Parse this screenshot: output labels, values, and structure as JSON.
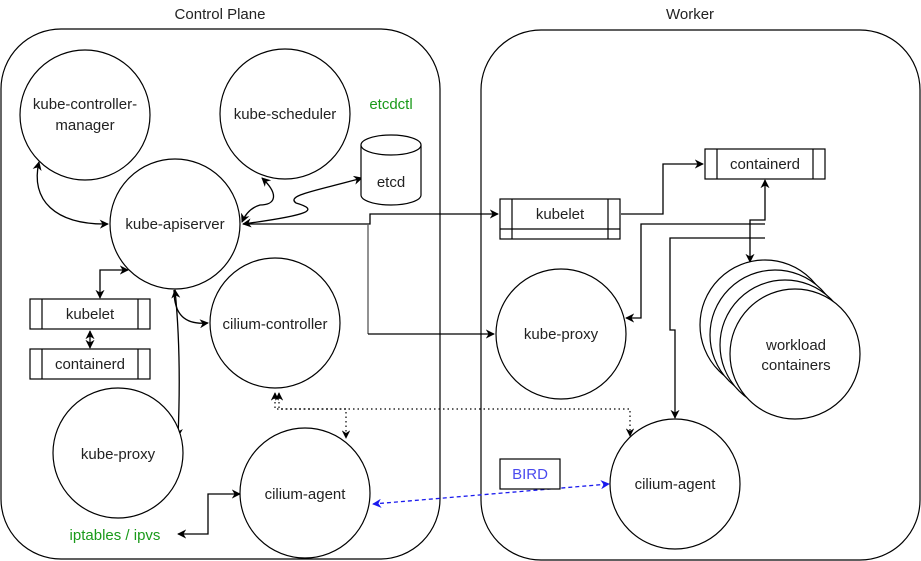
{
  "diagram": {
    "groups": {
      "control_plane": {
        "label": "Control Plane"
      },
      "worker": {
        "label": "Worker"
      }
    },
    "control_plane_nodes": {
      "kube_controller_manager": {
        "line1": "kube-controller-",
        "line2": "manager"
      },
      "kube_scheduler": {
        "label": "kube-scheduler"
      },
      "etcdctl": {
        "label": "etcdctl"
      },
      "etcd": {
        "label": "etcd"
      },
      "kube_apiserver": {
        "label": "kube-apiserver"
      },
      "kubelet": {
        "label": "kubelet"
      },
      "containerd": {
        "label": "containerd"
      },
      "cilium_controller": {
        "label": "cilium-controller"
      },
      "kube_proxy": {
        "label": "kube-proxy"
      },
      "cilium_agent": {
        "label": "cilium-agent"
      },
      "iptables_ipvs": {
        "label": "iptables / ipvs"
      }
    },
    "worker_nodes": {
      "containerd": {
        "label": "containerd"
      },
      "kubelet": {
        "label": "kubelet"
      },
      "kube_proxy": {
        "label": "kube-proxy"
      },
      "workload_containers": {
        "line1": "workload",
        "line2": "containers"
      },
      "bird": {
        "label": "BIRD"
      },
      "cilium_agent": {
        "label": "cilium-agent"
      }
    },
    "colors": {
      "tool_label": "#1a9a1a",
      "bird_label": "#4a4aef",
      "bgp_link": "#1a1aee",
      "stroke": "#000000"
    },
    "edges": [
      {
        "from": "kube-controller-manager",
        "to": "kube-apiserver",
        "style": "solid",
        "direction": "both"
      },
      {
        "from": "kube-scheduler",
        "to": "kube-apiserver",
        "style": "solid",
        "direction": "both"
      },
      {
        "from": "etcd",
        "to": "kube-apiserver",
        "style": "solid",
        "direction": "both"
      },
      {
        "from": "kube-apiserver",
        "to": "kubelet (control plane)",
        "style": "solid",
        "direction": "both"
      },
      {
        "from": "kubelet (control plane)",
        "to": "containerd (control plane)",
        "style": "solid",
        "direction": "both"
      },
      {
        "from": "kube-apiserver",
        "to": "cilium-controller",
        "style": "solid",
        "direction": "forward"
      },
      {
        "from": "kube-apiserver",
        "to": "kube-proxy (control plane)",
        "style": "solid",
        "direction": "both"
      },
      {
        "from": "iptables / ipvs",
        "to": "cilium-agent (control plane)",
        "style": "solid",
        "direction": "both"
      },
      {
        "from": "kube-apiserver",
        "to": "kubelet (worker)",
        "style": "solid",
        "direction": "forward"
      },
      {
        "from": "kube-apiserver",
        "to": "kube-proxy (worker)",
        "style": "solid",
        "direction": "forward"
      },
      {
        "from": "kubelet (worker)",
        "to": "containerd (worker)",
        "style": "solid",
        "direction": "forward"
      },
      {
        "from": "containerd (worker)",
        "to": "workload containers",
        "style": "solid",
        "direction": "forward"
      },
      {
        "from": "containerd (worker)",
        "to": "kube-proxy (worker)",
        "style": "solid",
        "direction": "forward"
      },
      {
        "from": "containerd (worker)",
        "to": "cilium-agent (worker)",
        "style": "solid",
        "direction": "forward"
      },
      {
        "from": "cilium-controller",
        "to": "cilium-agent (control plane)",
        "style": "dotted",
        "direction": "both"
      },
      {
        "from": "cilium-controller",
        "to": "cilium-agent (worker)",
        "style": "dotted",
        "direction": "both"
      },
      {
        "from": "cilium-agent (control plane)",
        "to": "cilium-agent (worker)",
        "style": "dashed-blue",
        "direction": "both",
        "via": "BIRD"
      }
    ]
  }
}
